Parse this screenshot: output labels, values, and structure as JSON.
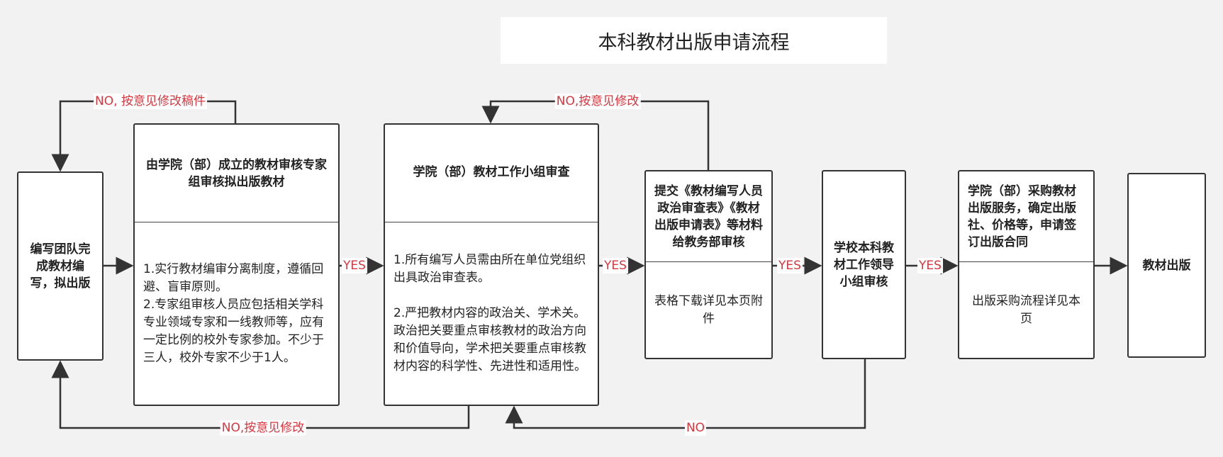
{
  "title": "本科教材出版申请流程",
  "nodes": {
    "n1": {
      "title": "编写团队完成教材编写，拟出版"
    },
    "n2": {
      "title": "由学院（部）成立的教材审核专家组审核拟出版教材",
      "body": "1.实行教材编审分离制度，遵循回避、盲审原则。\n2.专家组审核人员应包括相关学科专业领域专家和一线教师等，应有一定比例的校外专家参加。不少于三人，校外专家不少于1人。"
    },
    "n3": {
      "title": "学院（部）教材工作小组审查",
      "body": "1.所有编写人员需由所在单位党组织出具政治审查表。\n\n2.严把教材内容的政治关、学术关。政治把关要重点审核教材的政治方向和价值导向，学术把关要重点审核教材内容的科学性、先进性和适用性。"
    },
    "n4": {
      "title": "提交《教材编写人员政治审查表》《教材出版申请表》等材料给教务部审核",
      "body": "表格下载详见本页附件"
    },
    "n5": {
      "title": "学校本科教材工作领导小组审核"
    },
    "n6": {
      "title": "学院（部）采购教材出版服务，确定出版社、价格等，申请签订出版合同",
      "body": "出版采购流程详见本页"
    },
    "n7": {
      "title": "教材出版"
    }
  },
  "edges": {
    "yes1": "YES",
    "yes2": "YES",
    "yes3": "YES",
    "yes4": "YES",
    "no1": "NO, 按意见修改稿件",
    "no2": "NO,按意见修改",
    "no3": "NO,按意见修改",
    "no4": "NO"
  },
  "colors": {
    "label": "#d9363e",
    "line": "#333333"
  }
}
